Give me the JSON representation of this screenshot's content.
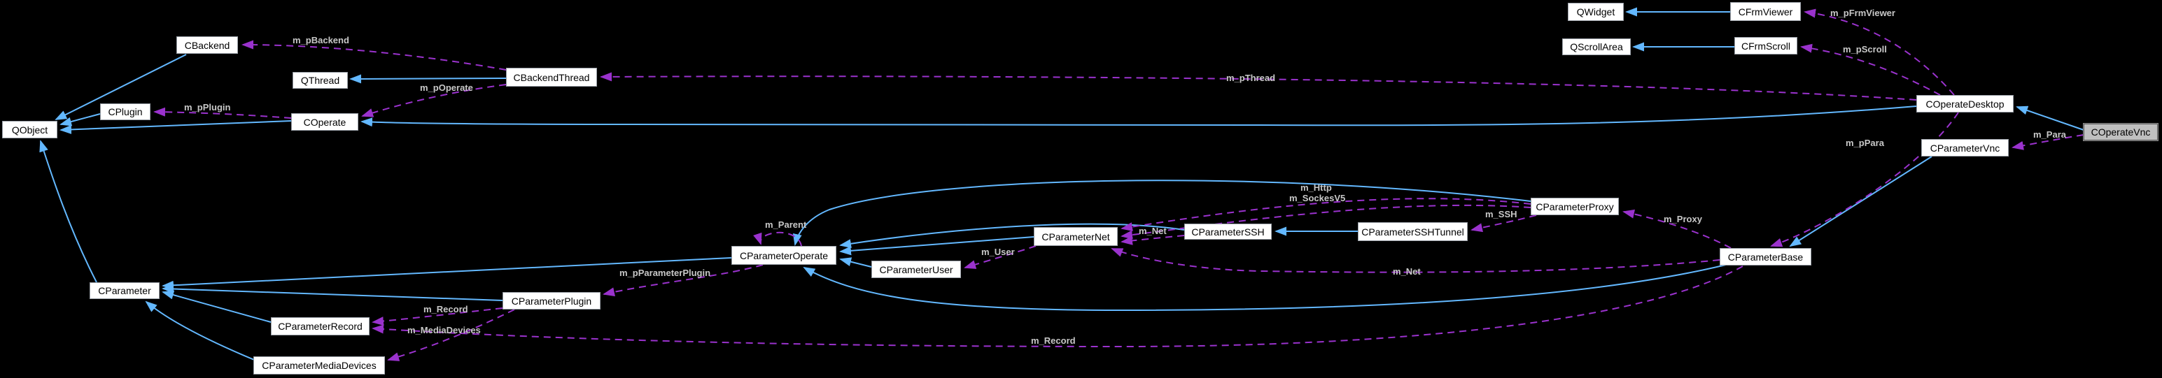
{
  "diagram": {
    "type": "doxygen-collaboration-graph",
    "highlighted_node": "COperateVnc",
    "colors": {
      "background": "#000000",
      "node_background": "#ffffff",
      "node_border": "#9aa0a8",
      "node_text": "#000000",
      "highlighted_node_background": "#bfbfbf",
      "inheritance_edge": "#63b8ff",
      "usage_edge": "#9a32cd",
      "edge_label_text": "#c8c8c8"
    }
  },
  "nodes": [
    {
      "id": "QObject",
      "label": "QObject"
    },
    {
      "id": "CPlugin",
      "label": "CPlugin"
    },
    {
      "id": "CBackend",
      "label": "CBackend"
    },
    {
      "id": "QThread",
      "label": "QThread"
    },
    {
      "id": "COperate",
      "label": "COperate"
    },
    {
      "id": "CBackendThread",
      "label": "CBackendThread"
    },
    {
      "id": "QWidget",
      "label": "QWidget"
    },
    {
      "id": "CFrmViewer",
      "label": "CFrmViewer"
    },
    {
      "id": "QScrollArea",
      "label": "QScrollArea"
    },
    {
      "id": "CFrmScroll",
      "label": "CFrmScroll"
    },
    {
      "id": "COperateDesktop",
      "label": "COperateDesktop"
    },
    {
      "id": "COperateVnc",
      "label": "COperateVnc"
    },
    {
      "id": "CParameterVnc",
      "label": "CParameterVnc"
    },
    {
      "id": "CParameterProxy",
      "label": "CParameterProxy"
    },
    {
      "id": "CParameterBase",
      "label": "CParameterBase"
    },
    {
      "id": "CParameterSSHTunnel",
      "label": "CParameterSSHTunnel"
    },
    {
      "id": "CParameterSSH",
      "label": "CParameterSSH"
    },
    {
      "id": "CParameterNet",
      "label": "CParameterNet"
    },
    {
      "id": "CParameterUser",
      "label": "CParameterUser"
    },
    {
      "id": "CParameterOperate",
      "label": "CParameterOperate"
    },
    {
      "id": "CParameter",
      "label": "CParameter"
    },
    {
      "id": "CParameterPlugin",
      "label": "CParameterPlugin"
    },
    {
      "id": "CParameterRecord",
      "label": "CParameterRecord"
    },
    {
      "id": "CParameterMediaDevices",
      "label": "CParameterMediaDevices"
    }
  ],
  "edge_labels": [
    {
      "text": "m_pBackend"
    },
    {
      "text": "m_pPlugin"
    },
    {
      "text": "m_pOperate"
    },
    {
      "text": "m_pThread"
    },
    {
      "text": "m_pFrmViewer"
    },
    {
      "text": "m_pScroll"
    },
    {
      "text": "m_pPara"
    },
    {
      "text": "m_Para"
    },
    {
      "text": "m_Http"
    },
    {
      "text": "m_SockesV5"
    },
    {
      "text": "m_SSH"
    },
    {
      "text": "m_Proxy"
    },
    {
      "text": "m_Net"
    },
    {
      "text": "m_Net"
    },
    {
      "text": "m_User"
    },
    {
      "text": "m_Parent"
    },
    {
      "text": "m_pParameterPlugin"
    },
    {
      "text": "m_Record"
    },
    {
      "text": "m_MediaDevices"
    },
    {
      "text": "m_Record"
    }
  ],
  "edges": {
    "inheritance": [
      {
        "from": "CBackend",
        "to": "QObject"
      },
      {
        "from": "CPlugin",
        "to": "QObject"
      },
      {
        "from": "COperate",
        "to": "QObject"
      },
      {
        "from": "CParameter",
        "to": "QObject"
      },
      {
        "from": "CBackendThread",
        "to": "QThread"
      },
      {
        "from": "CFrmViewer",
        "to": "QWidget"
      },
      {
        "from": "CFrmScroll",
        "to": "QScrollArea"
      },
      {
        "from": "COperateDesktop",
        "to": "COperate"
      },
      {
        "from": "COperateVnc",
        "to": "COperateDesktop"
      },
      {
        "from": "CParameterVnc",
        "to": "CParameterBase"
      },
      {
        "from": "CParameterOperate",
        "to": "CParameter"
      },
      {
        "from": "CParameterRecord",
        "to": "CParameter"
      },
      {
        "from": "CParameterMediaDevices",
        "to": "CParameter"
      },
      {
        "from": "CParameterPlugin",
        "to": "CParameter"
      },
      {
        "from": "CParameterBase",
        "to": "CParameterOperate"
      },
      {
        "from": "CParameterProxy",
        "to": "CParameterOperate"
      },
      {
        "from": "CParameterSSH",
        "to": "CParameterOperate"
      },
      {
        "from": "CParameterNet",
        "to": "CParameterOperate"
      },
      {
        "from": "CParameterUser",
        "to": "CParameterOperate"
      },
      {
        "from": "CParameterSSHTunnel",
        "to": "CParameterSSH"
      }
    ],
    "usage": [
      {
        "from": "CBackendThread",
        "to": "CBackend",
        "label": "m_pBackend"
      },
      {
        "from": "CBackendThread",
        "to": "COperate",
        "label": "m_pOperate"
      },
      {
        "from": "COperate",
        "to": "CPlugin",
        "label": "m_pPlugin"
      },
      {
        "from": "COperateDesktop",
        "to": "CBackendThread",
        "label": "m_pThread"
      },
      {
        "from": "COperateDesktop",
        "to": "CFrmViewer",
        "label": "m_pFrmViewer"
      },
      {
        "from": "COperateDesktop",
        "to": "CFrmScroll",
        "label": "m_pScroll"
      },
      {
        "from": "COperateDesktop",
        "to": "CParameterBase",
        "label": "m_pPara"
      },
      {
        "from": "COperateVnc",
        "to": "CParameterVnc",
        "label": "m_Para"
      },
      {
        "from": "CParameterProxy",
        "to": "CParameterNet",
        "label": "m_Http"
      },
      {
        "from": "CParameterProxy",
        "to": "CParameterNet",
        "label": "m_SockesV5"
      },
      {
        "from": "CParameterProxy",
        "to": "CParameterSSHTunnel",
        "label": "m_SSH"
      },
      {
        "from": "CParameterSSH",
        "to": "CParameterNet",
        "label": "m_Net"
      },
      {
        "from": "CParameterBase",
        "to": "CParameterNet",
        "label": "m_Net"
      },
      {
        "from": "CParameterBase",
        "to": "CParameterProxy",
        "label": "m_Proxy"
      },
      {
        "from": "CParameterNet",
        "to": "CParameterUser",
        "label": "m_User"
      },
      {
        "from": "CParameterOperate",
        "to": "CParameterOperate",
        "label": "m_Parent"
      },
      {
        "from": "CParameterOperate",
        "to": "CParameterPlugin",
        "label": "m_pParameterPlugin"
      },
      {
        "from": "CParameterPlugin",
        "to": "CParameterRecord",
        "label": "m_Record"
      },
      {
        "from": "CParameterBase",
        "to": "CParameterRecord",
        "label": "m_Record"
      },
      {
        "from": "CParameterPlugin",
        "to": "CParameterMediaDevices",
        "label": "m_MediaDevices"
      }
    ]
  }
}
